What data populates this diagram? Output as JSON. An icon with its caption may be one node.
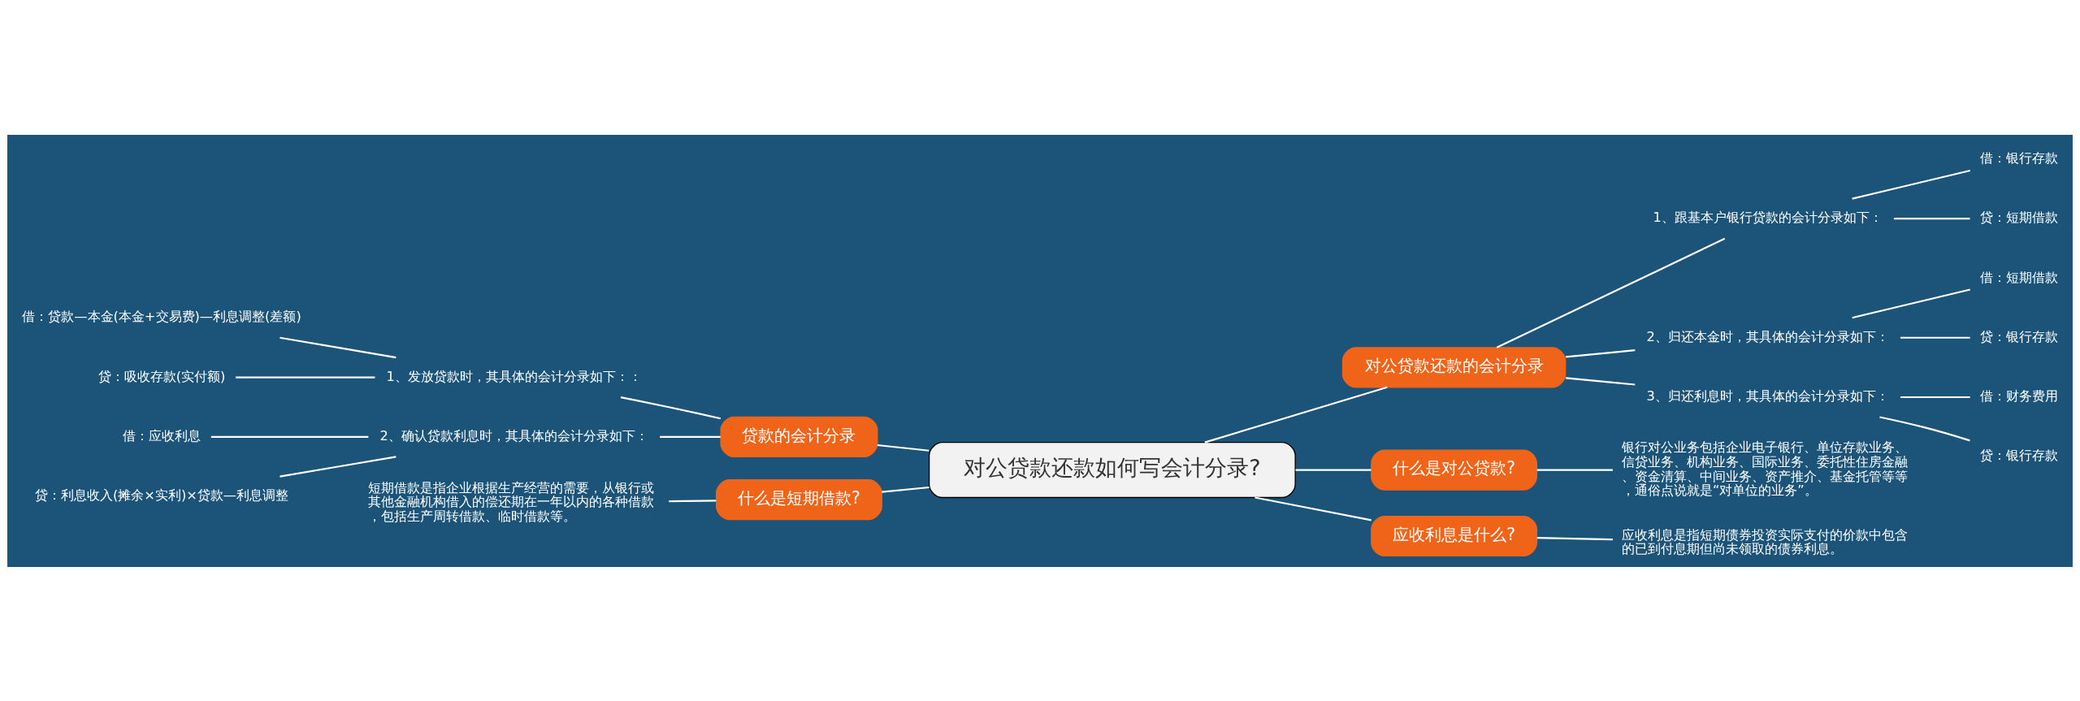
{
  "diagram": {
    "nodes": [
      {
        "text": [
          "对公贷款还款如何写会计分录?"
        ]
      },
      {
        "text": [
          "对公贷款还款的会计分录"
        ]
      },
      {
        "text": [
          "1、跟基本户银行贷款的会计分录如下："
        ]
      },
      {
        "text": [
          "借：银行存款"
        ]
      },
      {
        "text": [
          "贷：短期借款"
        ]
      },
      {
        "text": [
          "2、归还本金时，其具体的会计分录如下："
        ]
      },
      {
        "text": [
          "借：短期借款"
        ]
      },
      {
        "text": [
          "贷：银行存款"
        ]
      },
      {
        "text": [
          "3、归还利息时，其具体的会计分录如下："
        ]
      },
      {
        "text": [
          "借：财务费用"
        ]
      },
      {
        "text": [
          "贷：银行存款"
        ]
      },
      {
        "text": [
          "什么是对公贷款?"
        ]
      },
      {
        "text": [
          "银行对公业务包括企业电子银行、单位存款业务、信贷业务、机构业务、国际业务、委托性住房金融、资金清算、中间业务、资产推介、基金托管等等，通俗点说就是“对单位的业务”。"
        ]
      },
      {
        "text": [
          "应收利息是什么?"
        ]
      },
      {
        "text": [
          "应收利息是指短期债券投资实际支付的价款中包含的已到付息期但尚未领取的债券利息。"
        ]
      },
      {
        "text": [
          "贷款的会计分录"
        ]
      },
      {
        "text": [
          "1、发放贷款时，其具体的会计分录如下：："
        ]
      },
      {
        "text": [
          "借：贷款—本金(本金+交易费)—利息调整(差额)"
        ]
      },
      {
        "text": [
          "贷：吸收存款(实付额)"
        ]
      },
      {
        "text": [
          "2、确认贷款利息时，其具体的会计分录如下："
        ]
      },
      {
        "text": [
          "借：应收利息"
        ]
      },
      {
        "text": [
          "贷：利息收入(摊余×实利)×贷款—利息调整"
        ]
      },
      {
        "text": [
          "什么是短期借款?"
        ]
      },
      {
        "text": [
          "短期借款是指企业根据生产经营的需要，从银行或其他金融机构借入的偿还期在一年以内的各种借款，包括生产周转借款、临时借款等。"
        ]
      }
    ],
    "edges": [
      {
        "from": 0,
        "to": 1,
        "arrow": "none"
      },
      {
        "from": 1,
        "to": 2,
        "arrow": "none"
      },
      {
        "from": 2,
        "to": 3,
        "arrow": "none"
      },
      {
        "from": 2,
        "to": 4,
        "arrow": "none"
      },
      {
        "from": 1,
        "to": 5,
        "arrow": "none"
      },
      {
        "from": 5,
        "to": 6,
        "arrow": "none"
      },
      {
        "from": 5,
        "to": 7,
        "arrow": "none"
      },
      {
        "from": 1,
        "to": 8,
        "arrow": "none"
      },
      {
        "from": 8,
        "to": 9,
        "arrow": "none"
      },
      {
        "from": 8,
        "to": 10,
        "arrow": "none"
      },
      {
        "from": 0,
        "to": 11,
        "arrow": "none"
      },
      {
        "from": 11,
        "to": 12,
        "arrow": "none"
      },
      {
        "from": 0,
        "to": 13,
        "arrow": "none"
      },
      {
        "from": 13,
        "to": 14,
        "arrow": "none"
      },
      {
        "from": 0,
        "to": 15,
        "arrow": "none"
      },
      {
        "from": 15,
        "to": 16,
        "arrow": "none"
      },
      {
        "from": 16,
        "to": 17,
        "arrow": "none"
      },
      {
        "from": 16,
        "to": 18,
        "arrow": "none"
      },
      {
        "from": 15,
        "to": 19,
        "arrow": "none"
      },
      {
        "from": 19,
        "to": 20,
        "arrow": "none"
      },
      {
        "from": 19,
        "to": 21,
        "arrow": "none"
      },
      {
        "from": 0,
        "to": 22,
        "arrow": "none"
      },
      {
        "from": 22,
        "to": 23,
        "arrow": "none"
      }
    ]
  }
}
